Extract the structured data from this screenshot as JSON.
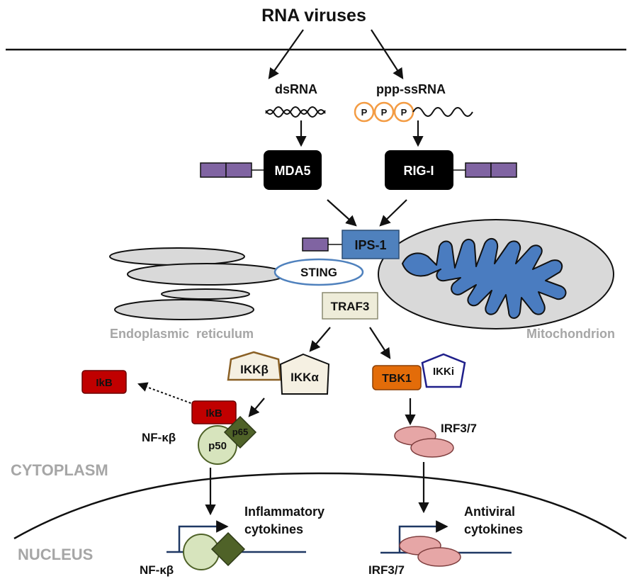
{
  "title": "RNA viruses",
  "colors": {
    "mda5": "#000000",
    "purple_domain": "#8064a2",
    "ips1": "#4f81bd",
    "mito_cristae": "#4a7cc0",
    "mito_fill": "#d9d9d9",
    "er_fill": "#d9d9d9",
    "traf3": "#eeecd9",
    "ikk": "#f5f0e2",
    "ikk_border": "#8a6025",
    "ikb": "#c00000",
    "tbk1": "#e36c09",
    "ikki_border": "#1f1f8a",
    "p50": "#d7e4bd",
    "p50_border": "#4f6228",
    "p65": "#4f6228",
    "irf": "#e6a6a6",
    "irf_border": "#7f3f3f",
    "phosphate_border": "#f39c44"
  },
  "ligands": {
    "dsrna": "dsRNA",
    "ssrna": "ppp-ssRNA",
    "phosphate": "P"
  },
  "receptors": {
    "mda5": "MDA5",
    "rigi": "RIG-I"
  },
  "adaptors": {
    "ips1": "IPS-1",
    "sting": "STING",
    "traf3": "TRAF3"
  },
  "organelles": {
    "er": "Endoplasmic  reticulum",
    "mito": "Mitochondrion"
  },
  "kinases": {
    "ikkb": "IKKβ",
    "ikka": "IKKα",
    "tbk1": "TBK1",
    "ikki": "IKKi"
  },
  "nfkb": {
    "ikb_free": "IkB",
    "ikb_bound": "IkB",
    "p50": "p50",
    "p65": "p65",
    "label": "NF-κβ"
  },
  "irf": {
    "label": "IRF3/7"
  },
  "compartments": {
    "cytoplasm": "CYTOPLASM",
    "nucleus": "NUCLEUS"
  },
  "genes": {
    "inflammatory_line1": "Inflammatory",
    "inflammatory_line2": "cytokines",
    "antiviral_line1": "Antiviral",
    "antiviral_line2": "cytokines",
    "nfkb_label": "NF-κβ",
    "irf_label": "IRF3/7"
  }
}
